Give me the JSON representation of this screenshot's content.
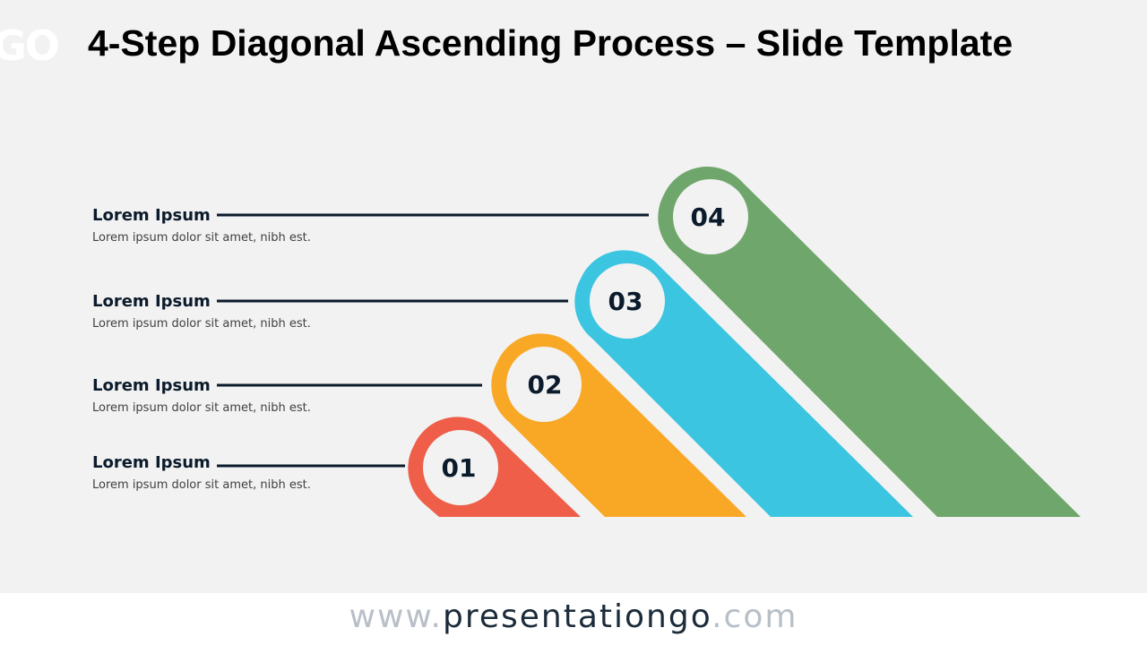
{
  "title": "4-Step Diagonal Ascending Process – Slide Template",
  "logo_text": "GO",
  "steps": [
    {
      "number": "01",
      "label": "Lorem Ipsum",
      "description": "Lorem ipsum dolor sit amet, nibh est.",
      "color": "#ee5e48"
    },
    {
      "number": "02",
      "label": "Lorem Ipsum",
      "description": "Lorem ipsum dolor sit amet, nibh est.",
      "color": "#f9a825"
    },
    {
      "number": "03",
      "label": "Lorem Ipsum",
      "description": "Lorem ipsum dolor sit amet, nibh est.",
      "color": "#3cc5e0"
    },
    {
      "number": "04",
      "label": "Lorem Ipsum",
      "description": "Lorem ipsum dolor sit amet, nibh est.",
      "color": "#6fa66b"
    }
  ],
  "footer": {
    "prefix": "www.",
    "main": "presentationgo",
    "suffix": ".com"
  },
  "colors": {
    "background": "#f2f2f2",
    "line": "#0b1b2b",
    "circle": "#f2f2f2"
  }
}
